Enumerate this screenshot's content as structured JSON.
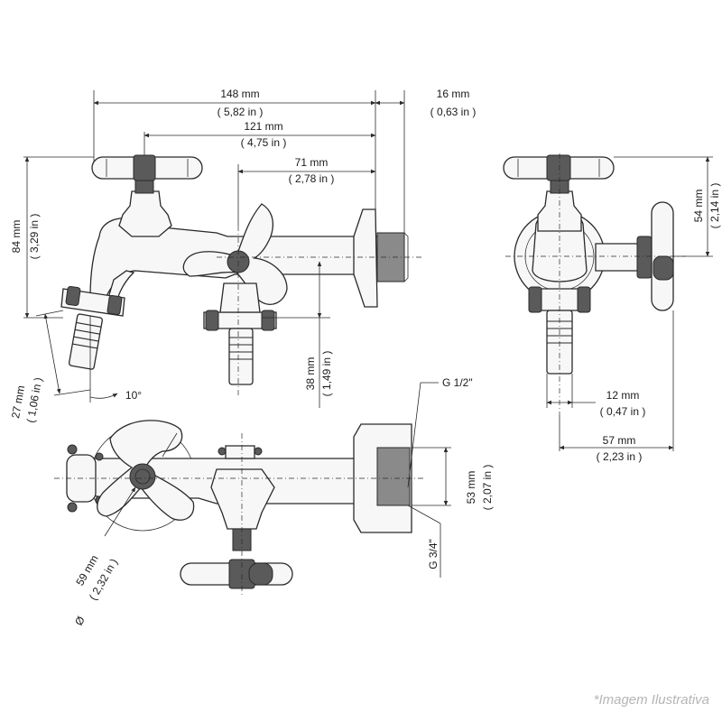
{
  "dimensions": {
    "d148": {
      "mm": "148 mm",
      "in": "( 5,82 in )"
    },
    "d16": {
      "mm": "16 mm",
      "in": "( 0,63 in )"
    },
    "d121": {
      "mm": "121 mm",
      "in": "( 4,75 in )"
    },
    "d71": {
      "mm": "71 mm",
      "in": "( 2,78 in )"
    },
    "d84": {
      "mm": "84 mm",
      "in": "( 3,29 in )"
    },
    "d27": {
      "mm": "27 mm",
      "in": "( 1,06 in )"
    },
    "d38": {
      "mm": "38 mm",
      "in": "( 1,49 in )"
    },
    "angle": "10°",
    "d54": {
      "mm": "54 mm",
      "in": "( 2,14 in )"
    },
    "d12": {
      "mm": "12 mm",
      "in": "( 0,47 in )"
    },
    "d57": {
      "mm": "57 mm",
      "in": "( 2,23 in )"
    },
    "d53": {
      "mm": "53 mm",
      "in": "( 2,07 in )"
    },
    "d59": {
      "mm": "59 mm",
      "in": "( 2,32 in )"
    },
    "diameter_symbol": "Ø"
  },
  "callouts": {
    "g12": "G 1/2\"",
    "g34": "G 3/4\""
  },
  "footer": "*Imagem Ilustrativa"
}
